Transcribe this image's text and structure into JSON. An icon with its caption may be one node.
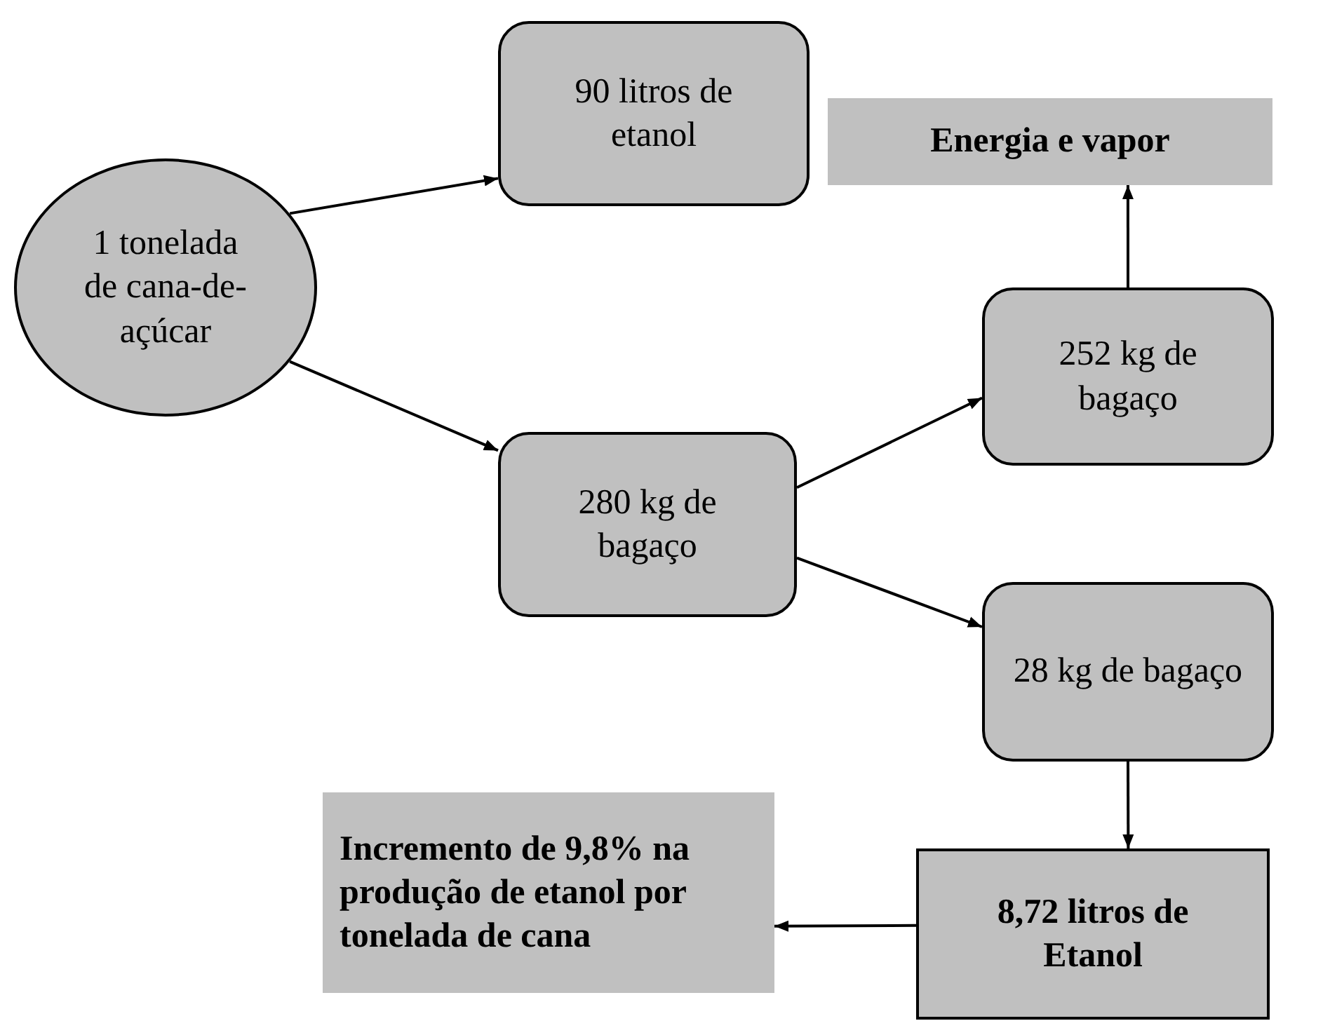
{
  "diagram": {
    "nodes": [
      {
        "text": [
          "1 tonelada de cana-de-açúcar"
        ]
      },
      {
        "text": [
          "90 litros de etanol"
        ]
      },
      {
        "text": [
          "Energia e vapor"
        ]
      },
      {
        "text": [
          "252 kg de bagaço"
        ]
      },
      {
        "text": [
          "280 kg de bagaço"
        ]
      },
      {
        "text": [
          "28 kg de bagaço"
        ]
      },
      {
        "text": [
          "Incremento de 9,8% na produção de etanol por tonelada de cana"
        ]
      },
      {
        "text": [
          "8,72 litros de Etanol"
        ]
      }
    ],
    "edges": [
      {
        "from": 0,
        "to": 1,
        "arrow": "to"
      },
      {
        "from": 0,
        "to": 4,
        "arrow": "to"
      },
      {
        "from": 4,
        "to": 3,
        "arrow": "to"
      },
      {
        "from": 4,
        "to": 5,
        "arrow": "to"
      },
      {
        "from": 3,
        "to": 2,
        "arrow": "to"
      },
      {
        "from": 5,
        "to": 7,
        "arrow": "to"
      },
      {
        "from": 7,
        "to": 6,
        "arrow": "to"
      }
    ]
  }
}
